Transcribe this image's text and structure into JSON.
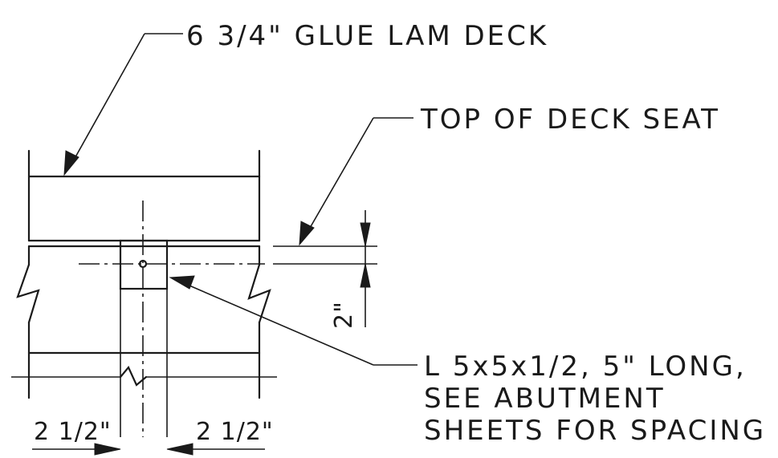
{
  "labels": {
    "deck": "6 3/4\" GLUE LAM DECK",
    "deck_seat": "TOP OF DECK SEAT",
    "angle_line1": "L 5x5x1/2, 5\" LONG,",
    "angle_line2": "SEE ABUTMENT",
    "angle_line3": "SHEETS FOR SPACING"
  },
  "dimensions": {
    "vertical": "2\"",
    "left": "2 1/2\"",
    "right": "2 1/2\""
  },
  "colors": {
    "ink": "#1a1a1a",
    "paper": "#ffffff"
  }
}
